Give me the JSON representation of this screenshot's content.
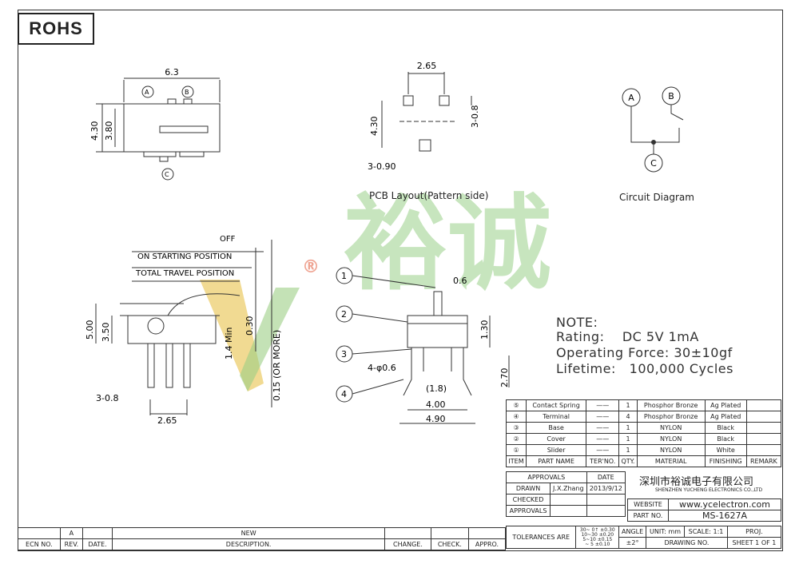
{
  "header": {
    "badge": "ROHS"
  },
  "views": {
    "top": {
      "dim_width": "6.3",
      "dim_h1": "4.30",
      "dim_h2": "3.80",
      "pin_a": "A",
      "pin_b": "B",
      "pin_c": "C"
    },
    "pcb": {
      "dim_pitch": "2.65",
      "dim_height": "4.30",
      "dim_pad": "3-0.8",
      "dim_hole": "3-0.90",
      "caption": "PCB Layout(Pattern side)"
    },
    "circuit": {
      "pin_a": "A",
      "pin_b": "B",
      "pin_c": "C",
      "caption": "Circuit Diagram"
    },
    "side": {
      "off": "OFF",
      "on_start": "ON STARTING POSITION",
      "total_travel": "TOTAL TRAVEL POSITION",
      "dim_500": "5.00",
      "dim_350": "3.50",
      "dim_14": "1.4 Min",
      "dim_030": "0.30",
      "dim_015": "0.15 (OR MORE)",
      "dim_pins": "3-0.8",
      "dim_pitch": "2.65"
    },
    "front": {
      "c1": "1",
      "c2": "2",
      "c3": "3",
      "c4": "4",
      "dim_06": "0.6",
      "dim_130": "1.30",
      "dim_holes": "4-φ0.6",
      "dim_18": "(1.8)",
      "dim_270": "2.70",
      "dim_400": "4.00",
      "dim_490": "4.90"
    }
  },
  "watermark": {
    "brand": "裕诚",
    "reg": "®"
  },
  "notes": {
    "title": "NOTE:",
    "rating": "Rating:    DC 5V 1mA",
    "force": "Operating Force: 30±10gf",
    "life": "Lifetime:   100,000 Cycles"
  },
  "bom": {
    "rows": [
      {
        "item": "⑤",
        "name": "Contact Spring",
        "ter": "——",
        "qty": "1",
        "material": "Phosphor Bronze",
        "finish": "Ag Plated",
        "remark": ""
      },
      {
        "item": "④",
        "name": "Terminal",
        "ter": "——",
        "qty": "4",
        "material": "Phosphor Bronze",
        "finish": "Ag Plated",
        "remark": ""
      },
      {
        "item": "③",
        "name": "Base",
        "ter": "——",
        "qty": "1",
        "material": "NYLON",
        "finish": "Black",
        "remark": ""
      },
      {
        "item": "②",
        "name": "Cover",
        "ter": "——",
        "qty": "1",
        "material": "NYLON",
        "finish": "Black",
        "remark": ""
      },
      {
        "item": "①",
        "name": "Slider",
        "ter": "——",
        "qty": "1",
        "material": "NYLON",
        "finish": "White",
        "remark": ""
      }
    ],
    "headers": {
      "item": "ITEM",
      "name": "PART NAME",
      "ter": "TER'NO.",
      "qty": "QTY.",
      "material": "MATERIAL",
      "finish": "FINISHING",
      "remark": "REMARK"
    }
  },
  "title_block": {
    "approvals": "APPROVALS",
    "date": "DATE",
    "drawn": "DRAWN",
    "drawn_by": "J.X.Zhang",
    "drawn_date": "2013/9/12",
    "checked": "CHECKED",
    "approvals2": "APPROVALS",
    "company_cn": "深圳市裕诚电子有限公司",
    "company_en": "SHENZHEN YUCHENG ELECTRONICS CO.,LTD",
    "website_lbl": "WEBSITE",
    "website": "www.ycelectron.com",
    "partno_lbl": "PART NO.",
    "partno": "MS-1627A",
    "tol_lbl": "TOLERANCES ARE",
    "tol": [
      [
        "30~ 0↑",
        "±0.30"
      ],
      [
        "10~30",
        "±0.20"
      ],
      [
        "5~10",
        "±0.15"
      ],
      [
        "~ 5",
        "±0.10"
      ]
    ],
    "angle_lbl": "ANGLE",
    "angle": "±2°",
    "unit": "UNIT: mm",
    "scale": "SCALE:  1:1",
    "proj": "PROJ.",
    "drawing_no": "DRAWING NO.",
    "sheet": "SHEET  1 OF 1"
  },
  "revision": {
    "rev": "A",
    "desc": "NEW",
    "headers": {
      "ecn": "ECN NO.",
      "rev": "REV.",
      "date": "DATE.",
      "desc": "DESCRIPTION.",
      "change": "CHANGE.",
      "check": "CHECK.",
      "appro": "APPRO."
    }
  }
}
